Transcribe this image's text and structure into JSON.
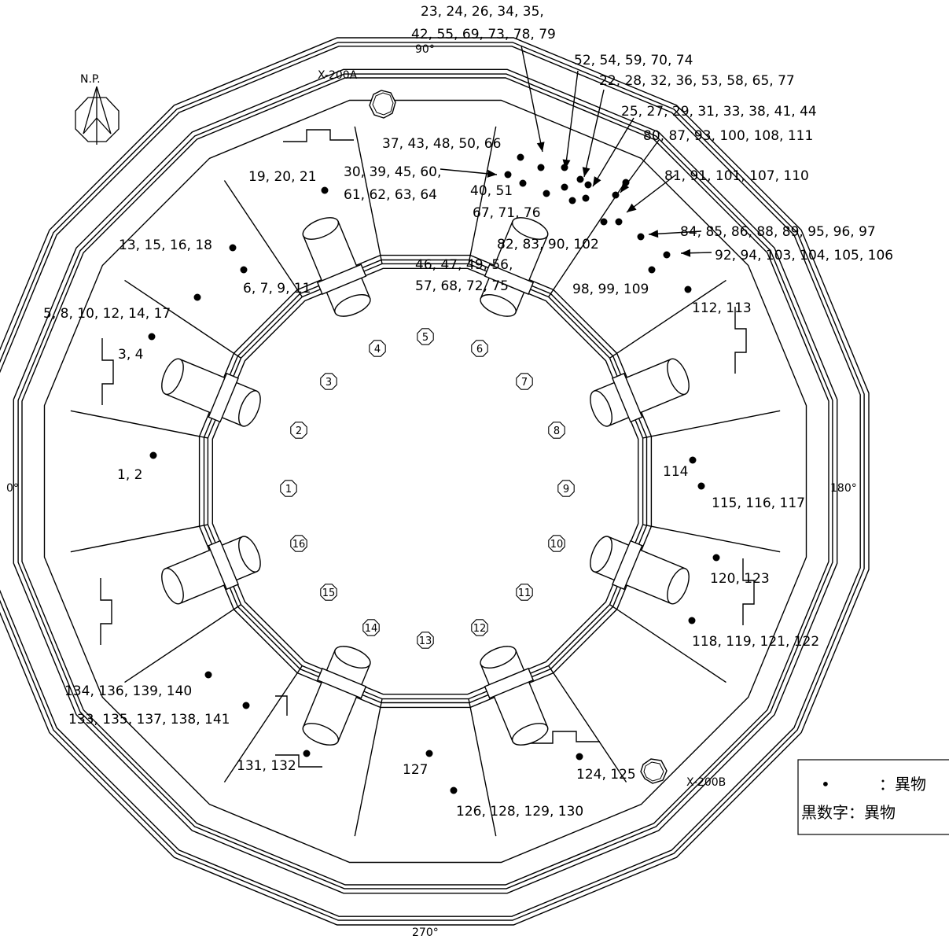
{
  "angles": {
    "deg90": "90°",
    "deg0": "0°",
    "deg180": "180°",
    "deg270": "270°"
  },
  "penetrations": {
    "top": "X-200A",
    "bottom": "X-200B"
  },
  "north": "N.P.",
  "sectors": [
    "1",
    "2",
    "3",
    "4",
    "5",
    "6",
    "7",
    "8",
    "9",
    "10",
    "11",
    "12",
    "13",
    "14",
    "15",
    "16"
  ],
  "labels": {
    "t1": "23, 24, 26, 34, 35,",
    "t2": "42, 55, 69, 73, 78, 79",
    "t3": "52, 54, 59, 70, 74",
    "t4": "22, 28, 32, 36, 53, 58, 65, 77",
    "t5": "25, 27, 29, 31, 33, 38, 41, 44",
    "t6": "80, 87, 93, 100, 108, 111",
    "t7": "37, 43, 48, 50, 66",
    "t8": "19, 20, 21",
    "t9": "30, 39, 45, 60,",
    "t10": "61, 62, 63, 64",
    "t11": "40, 51",
    "t12": "81, 91, 101, 107, 110",
    "t13": "67, 71, 76",
    "t14": "84, 85, 86, 88, 89, 95, 96, 97",
    "t15": "13, 15, 16, 18",
    "t16": "82, 83, 90, 102",
    "t17": "92, 94, 103, 104, 105, 106",
    "t18": "46, 47, 49, 56,",
    "t19": "6, 7, 9, 11",
    "t20": "57, 68, 72, 75",
    "t21": "98, 99, 109",
    "t22": "5, 8, 10, 12, 14, 17",
    "t23": "112, 113",
    "t24": "3, 4",
    "t25": "1, 2",
    "t26": "114",
    "t27": "115, 116, 117",
    "t28": "120, 123",
    "t29": "118, 119, 121, 122",
    "t30": "134, 136, 139, 140",
    "t31": "133, 135, 137, 138, 141",
    "t32": "131, 132",
    "t33": "127",
    "t34": "124, 125",
    "t35": "126, 128, 129, 130"
  },
  "legend": {
    "row1_symbol": "•",
    "row1": "：異物",
    "row2": "黒数字：異物"
  }
}
